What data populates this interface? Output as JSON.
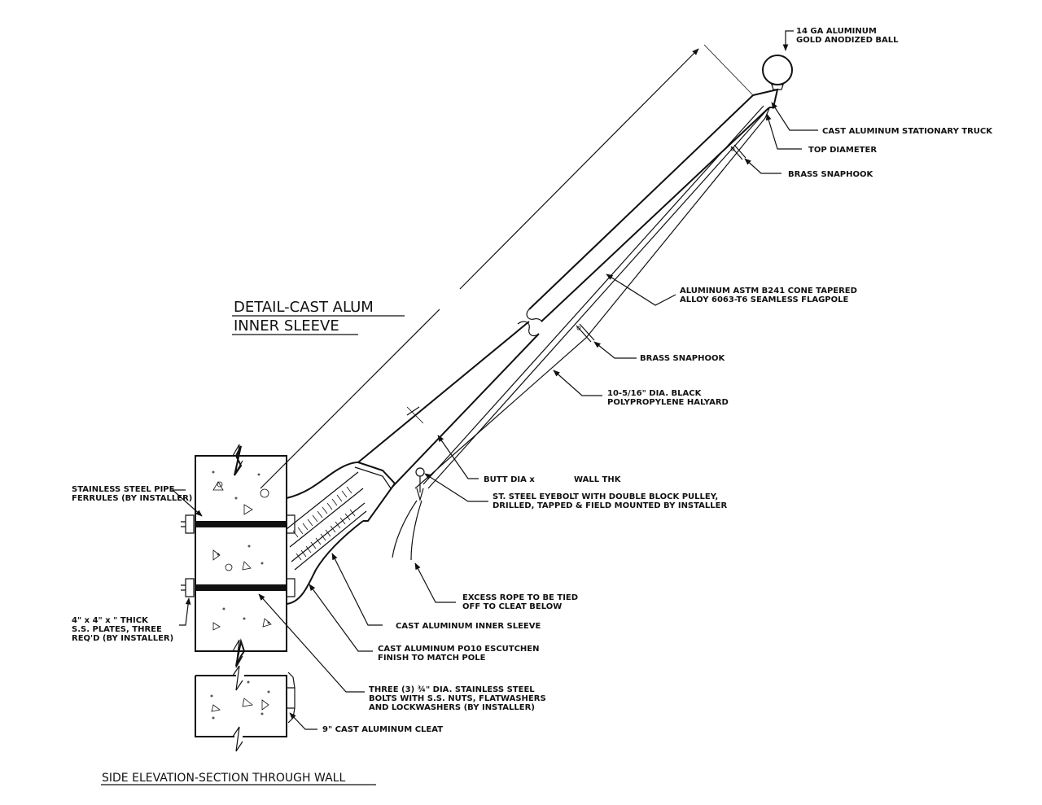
{
  "title": {
    "line1": "DETAIL-CAST ALUM",
    "line2": "INNER SLEEVE"
  },
  "footer": "SIDE ELEVATION-SECTION THROUGH WALL",
  "labels": {
    "ball1": "14 GA ALUMINUM",
    "ball2": "GOLD ANODIZED BALL",
    "truck": "CAST ALUMINUM STATIONARY TRUCK",
    "top_diameter": "TOP DIAMETER",
    "snaphook_top": "BRASS SNAPHOOK",
    "pole1": "ALUMINUM ASTM B241 CONE TAPERED",
    "pole2": "ALLOY 6063-T6 SEAMLESS FLAGPOLE",
    "snaphook_mid": "BRASS SNAPHOOK",
    "halyard1": "10-5/16\" DIA. BLACK",
    "halyard2": "POLYPROPYLENE HALYARD",
    "butt_a": "BUTT DIA x",
    "butt_b": "WALL THK",
    "eyebolt1": "ST. STEEL EYEBOLT WITH DOUBLE BLOCK PULLEY,",
    "eyebolt2": "DRILLED, TAPPED & FIELD MOUNTED BY INSTALLER",
    "ferrules1": "STAINLESS STEEL PIPE",
    "ferrules2": "FERRULES (BY INSTALLER)",
    "excess1": "EXCESS ROPE TO BE TIED",
    "excess2": "OFF TO CLEAT BELOW",
    "sleeve": "CAST ALUMINUM INNER SLEEVE",
    "plates1": "4\" x 4\" x \" THICK",
    "plates2": "S.S. PLATES, THREE",
    "plates3": "REQ'D (BY INSTALLER)",
    "escutchen1": "CAST ALUMINUM PO10 ESCUTCHEN",
    "escutchen2": "FINISH TO MATCH POLE",
    "bolts1": "THREE (3) ¾\" DIA. STAINLESS STEEL",
    "bolts2": "BOLTS WITH S.S. NUTS, FLATWASHERS",
    "bolts3": "AND LOCKWASHERS (BY INSTALLER)",
    "cleat": "9\" CAST ALUMINUM CLEAT"
  }
}
